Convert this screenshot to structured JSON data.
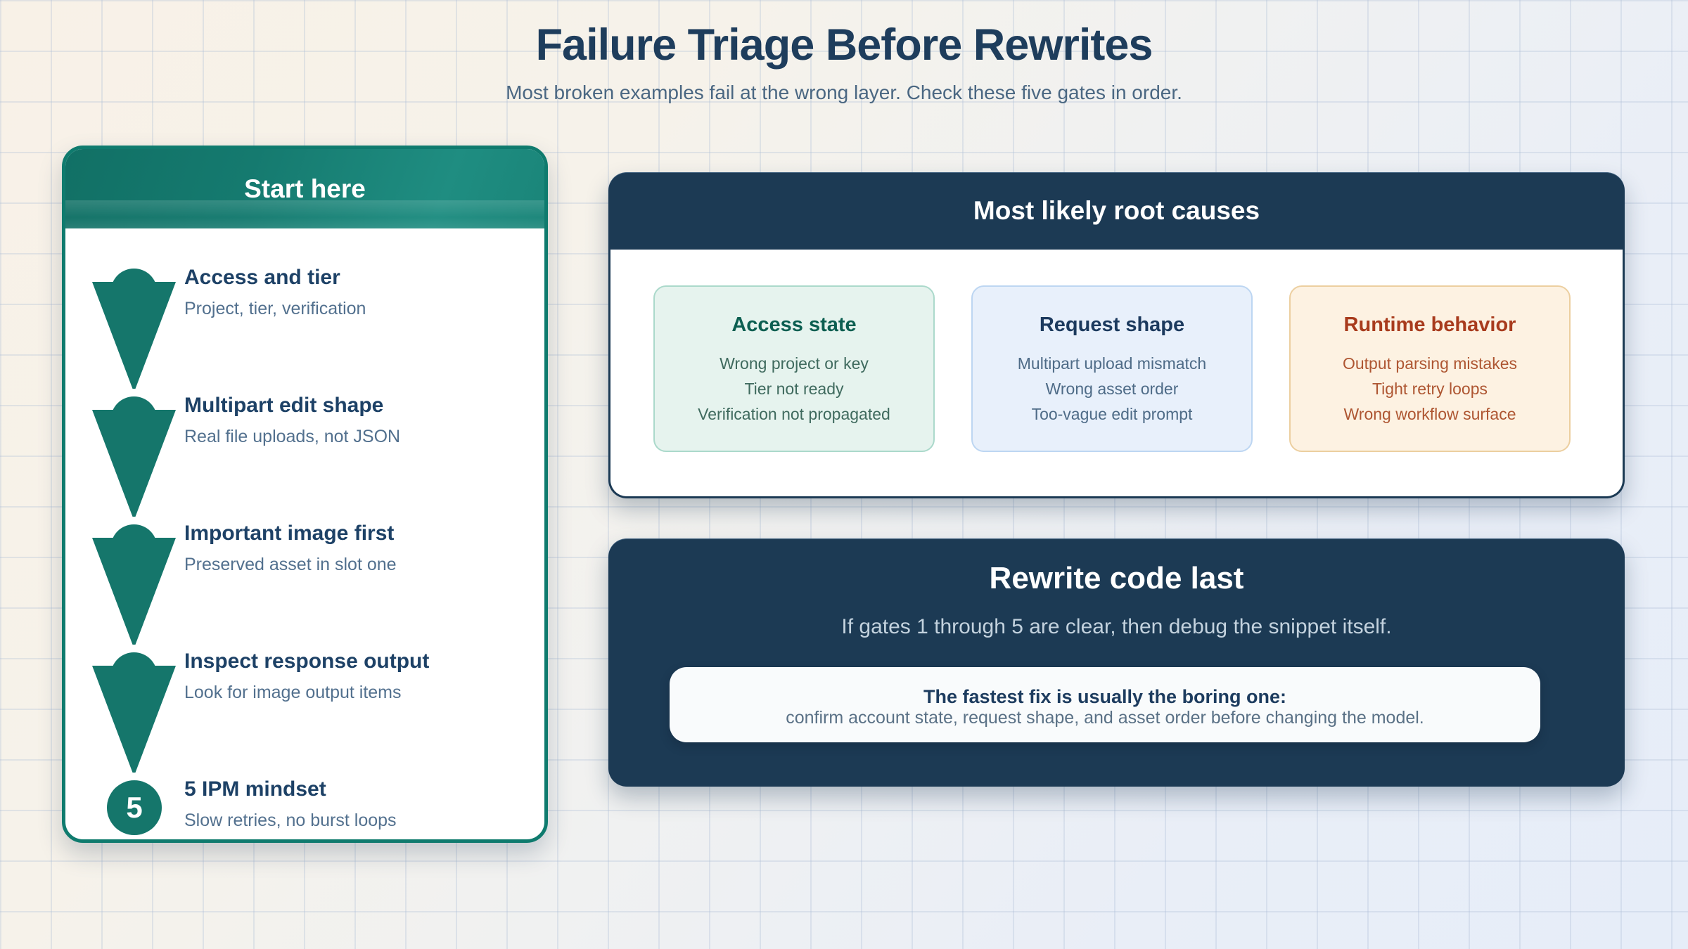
{
  "page": {
    "title": "Failure Triage Before Rewrites",
    "subtitle": "Most broken examples fail at the wrong layer. Check these five gates in order."
  },
  "gates_panel": {
    "header": "Start here",
    "steps": [
      {
        "title": "Access and tier",
        "subtitle": "Project, tier, verification"
      },
      {
        "title": "Multipart edit shape",
        "subtitle": "Real file uploads, not JSON"
      },
      {
        "title": "Important image first",
        "subtitle": "Preserved asset in slot one"
      },
      {
        "title": "Inspect response output",
        "subtitle": "Look for image output items"
      },
      {
        "title": "5 IPM mindset",
        "subtitle": "Slow retries, no burst loops",
        "badge": "5"
      }
    ]
  },
  "root_causes_panel": {
    "header": "Most likely root causes",
    "cards": [
      {
        "title": "Access state",
        "items": [
          "Wrong project or key",
          "Tier not ready",
          "Verification not propagated"
        ],
        "accent_color": "#0c5f51",
        "item_color": "#3f6a5e",
        "bg_color": "#e6f3ee",
        "border_color": "#abd9cb"
      },
      {
        "title": "Request shape",
        "items": [
          "Multipart upload mismatch",
          "Wrong asset order",
          "Too-vague edit prompt"
        ],
        "accent_color": "#1c3a5e",
        "item_color": "#4e6b87",
        "bg_color": "#e8f0fb",
        "border_color": "#bdd6f2"
      },
      {
        "title": "Runtime behavior",
        "items": [
          "Output parsing mistakes",
          "Tight retry loops",
          "Wrong workflow surface"
        ],
        "accent_color": "#a83b1d",
        "item_color": "#ae5632",
        "bg_color": "#fdf2e2",
        "border_color": "#eccfa0"
      }
    ]
  },
  "rewrite_panel": {
    "header": "Rewrite code last",
    "subtitle": "If gates 1 through 5 are clear, then debug the snippet itself.",
    "note_title": "The fastest fix is usually the boring one:",
    "note_body": "confirm account state, request shape, and asset order before changing the model."
  },
  "colors": {
    "teal": "#15766b",
    "teal_border": "#0f7b6e",
    "navy": "#1c3a54",
    "title_navy": "#1e3d5c",
    "muted_blue": "#52708e",
    "background_cream": "#f8f1e7",
    "background_blue": "#e6edf8",
    "grid_line": "#abbcd5"
  }
}
